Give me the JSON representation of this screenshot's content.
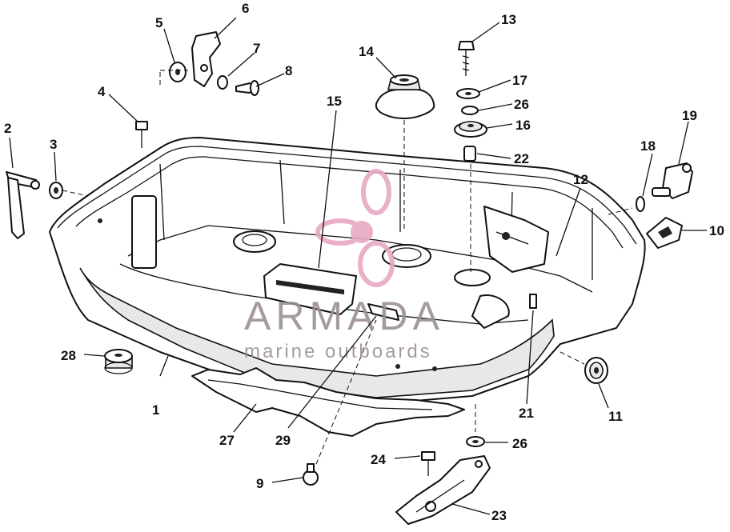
{
  "watermark": {
    "brand": "ARMADA",
    "tagline": "marine outboards",
    "logo_color": "#e8a8c4"
  },
  "callouts": [
    {
      "id": "1",
      "text": "1"
    },
    {
      "id": "2",
      "text": "2"
    },
    {
      "id": "3",
      "text": "3"
    },
    {
      "id": "4",
      "text": "4"
    },
    {
      "id": "5",
      "text": "5"
    },
    {
      "id": "6",
      "text": "6"
    },
    {
      "id": "7",
      "text": "7"
    },
    {
      "id": "8",
      "text": "8"
    },
    {
      "id": "9",
      "text": "9"
    },
    {
      "id": "10",
      "text": "10"
    },
    {
      "id": "11",
      "text": "11"
    },
    {
      "id": "12",
      "text": "12"
    },
    {
      "id": "13",
      "text": "13"
    },
    {
      "id": "14",
      "text": "14"
    },
    {
      "id": "15",
      "text": "15"
    },
    {
      "id": "16",
      "text": "16"
    },
    {
      "id": "17",
      "text": "17"
    },
    {
      "id": "18",
      "text": "18"
    },
    {
      "id": "19",
      "text": "19"
    },
    {
      "id": "21",
      "text": "21"
    },
    {
      "id": "22",
      "text": "22"
    },
    {
      "id": "23",
      "text": "23"
    },
    {
      "id": "24",
      "text": "24"
    },
    {
      "id": "26a",
      "text": "26"
    },
    {
      "id": "26b",
      "text": "26"
    },
    {
      "id": "27",
      "text": "27"
    },
    {
      "id": "28",
      "text": "28"
    },
    {
      "id": "29",
      "text": "29"
    }
  ]
}
